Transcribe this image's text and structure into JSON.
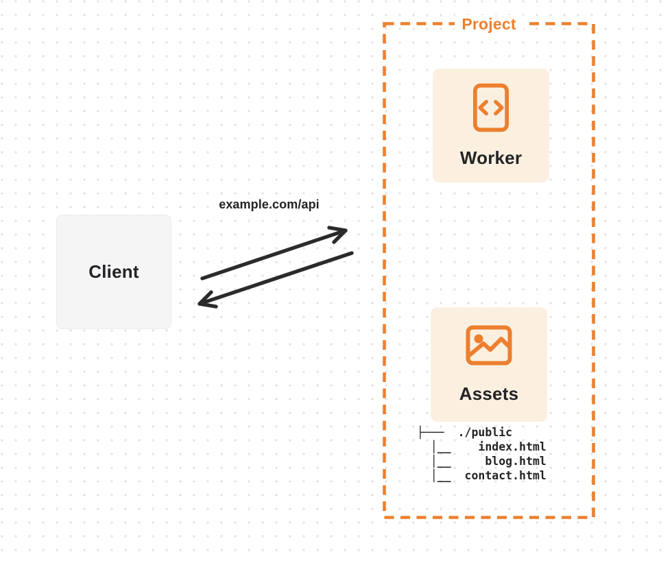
{
  "client": {
    "label": "Client"
  },
  "request": {
    "url_label": "example.com/api"
  },
  "project": {
    "title": "Project",
    "worker": {
      "label": "Worker"
    },
    "assets": {
      "label": "Assets"
    },
    "file_tree": [
      "├───  ./public",
      "  │__    index.html",
      "  │__     blog.html",
      "  │__  contact.html"
    ]
  },
  "colors": {
    "accent_orange": "#ec8030",
    "card_cream": "#fbf0e0",
    "client_gray": "#f5f5f6",
    "ink": "#232323",
    "arrow": "#2b2b2b",
    "dot_grid": "#e5e4e7"
  }
}
